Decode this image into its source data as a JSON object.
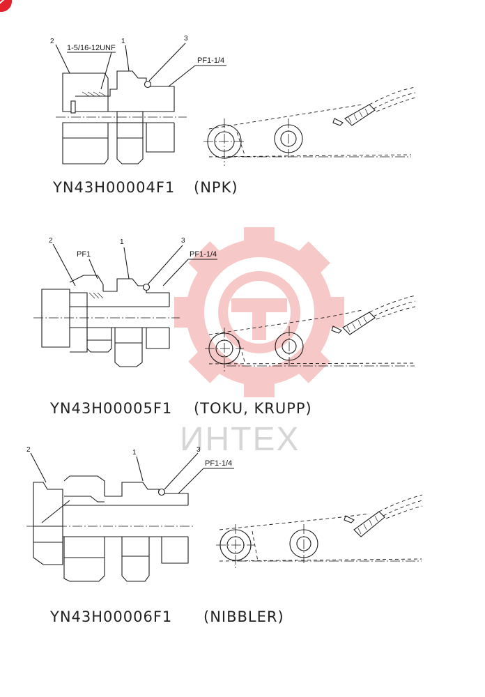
{
  "watermark": {
    "text": "ИНТЕХ",
    "gear_color": "#f7c3c3",
    "text_color": "#d4d4d4"
  },
  "corner_badge_color": "#e3222b",
  "figures": [
    {
      "caption": "YN43H00004F1",
      "variant": "(NPK)",
      "callouts": [
        "2",
        "1",
        "3"
      ],
      "labels": [
        "1-5/16-12UNF",
        "PF1-1/4"
      ]
    },
    {
      "caption": "YN43H00005F1",
      "variant": "(TOKU, KRUPP)",
      "callouts": [
        "2",
        "1",
        "3"
      ],
      "labels": [
        "PF1",
        "PF1-1/4"
      ]
    },
    {
      "caption": "YN43H00006F1",
      "variant": "(NIBBLER)",
      "callouts": [
        "2",
        "1",
        "3"
      ],
      "labels": [
        "PF1-1/4"
      ]
    }
  ]
}
